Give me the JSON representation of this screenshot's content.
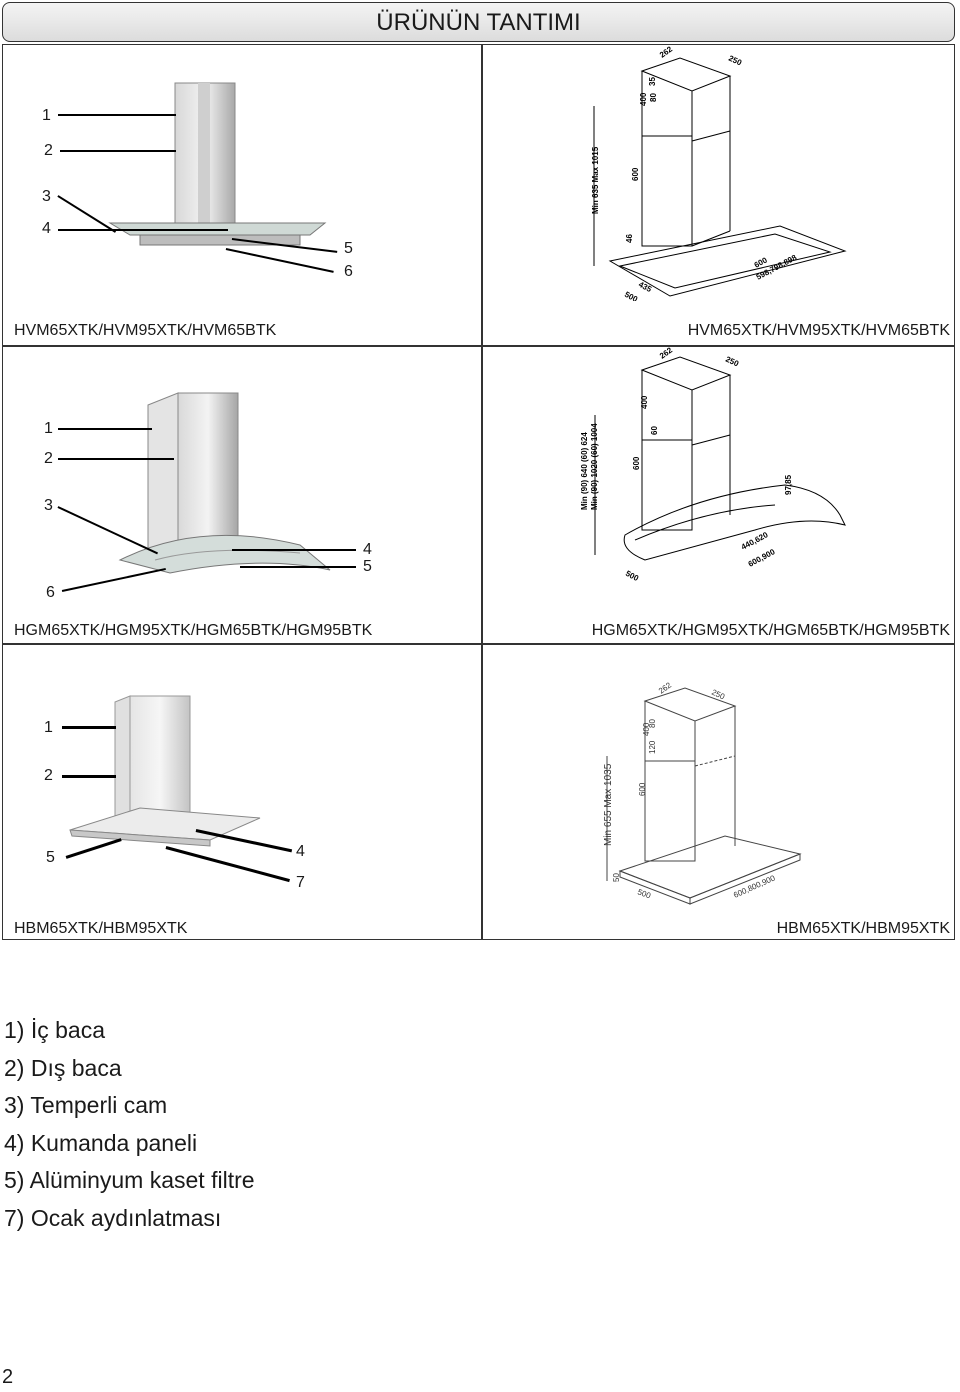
{
  "page": {
    "title": "ÜRÜNÜN TANTIMI",
    "page_number": "2"
  },
  "panels": {
    "hvm": {
      "caption_left": "HVM65XTK/HVM95XTK/HVM65BTK",
      "caption_right": "HVM65XTK/HVM95XTK/HVM65BTK",
      "callouts": [
        "1",
        "2",
        "3",
        "4",
        "5",
        "6"
      ],
      "dims": [
        "262",
        "250",
        "400",
        "35",
        "80",
        "Min 635 Max 1015",
        "600",
        "46",
        "435",
        "500",
        "600",
        "598,798,898"
      ]
    },
    "hgm": {
      "caption_left": "HGM65XTK/HGM95XTK/HGM65BTK/HGM95BTK",
      "caption_right": "HGM65XTK/HGM95XTK/HGM65BTK/HGM95BTK",
      "callouts": [
        "1",
        "2",
        "3",
        "4",
        "5",
        "6"
      ],
      "dims": [
        "262",
        "250",
        "400",
        "60",
        "Min (90) 640 (60) 624",
        "Min (90) 1020 (60) 1004",
        "600",
        "97,85",
        "440,620",
        "600,900",
        "500"
      ]
    },
    "hbm": {
      "caption_left": "HBM65XTK/HBM95XTK",
      "caption_right": "HBM65XTK/HBM95XTK",
      "callouts": [
        "1",
        "2",
        "5",
        "4",
        "7"
      ],
      "dims": [
        "262",
        "250",
        "400",
        "80",
        "120",
        "Min 655 Max 1035",
        "600",
        "50",
        "500",
        "600,800,900"
      ]
    }
  },
  "legend": [
    "1) İç baca",
    "2) Dış baca",
    "3) Temperli cam",
    "4) Kumanda paneli",
    "5) Alüminyum kaset filtre",
    "7) Ocak aydınlatması"
  ],
  "colors": {
    "steel_light": "#e6e6e6",
    "steel_mid": "#b8b8b8",
    "steel_dark": "#8a8a8a",
    "glass": "#c9d6d2",
    "line": "#000000"
  }
}
